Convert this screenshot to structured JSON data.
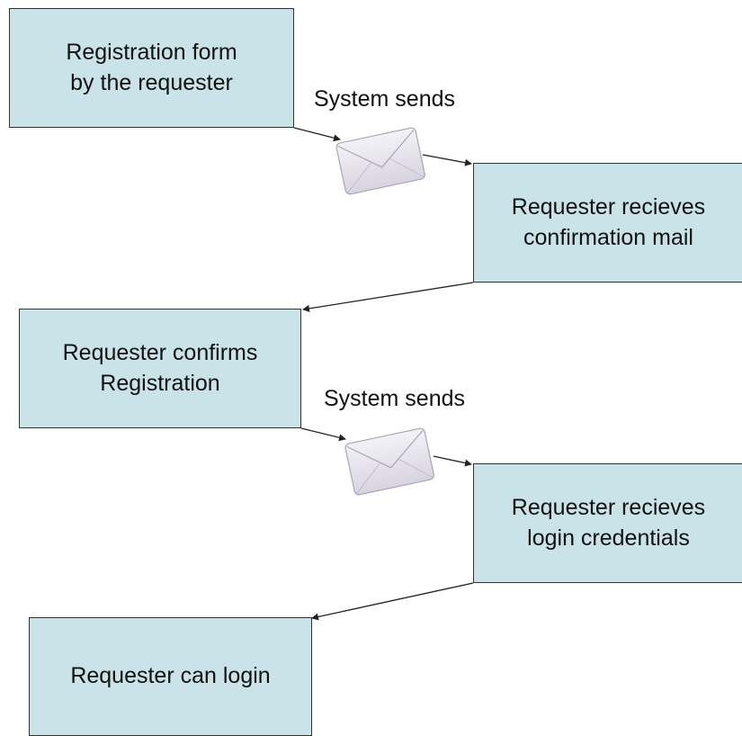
{
  "diagram": {
    "steps": [
      {
        "id": "step1",
        "label": "Registration form\nby the requester"
      },
      {
        "id": "step2",
        "label": "Requester recieves\nconfirmation mail"
      },
      {
        "id": "step3",
        "label": "Requester confirms\nRegistration"
      },
      {
        "id": "step4",
        "label": "Requester recieves\nlogin credentials"
      },
      {
        "id": "step5",
        "label": "Requester can login"
      }
    ],
    "mail_events": [
      {
        "label": "System sends",
        "icon": "envelope-icon"
      },
      {
        "label": "System sends",
        "icon": "envelope-icon"
      }
    ],
    "colors": {
      "box_fill": "#c9e3e8",
      "box_border": "#333333",
      "arrow": "#222222"
    }
  }
}
